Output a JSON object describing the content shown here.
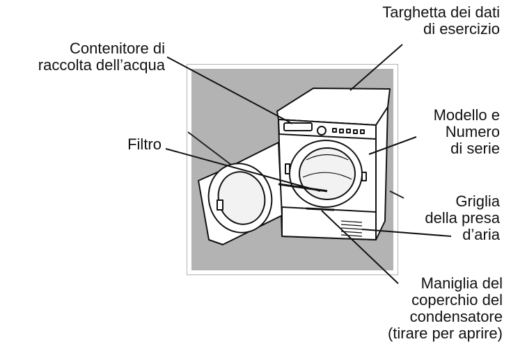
{
  "labels": {
    "data_plate": [
      "Targhetta dei dati",
      "di esercizio"
    ],
    "water_container": [
      "Contenitore di",
      "raccolta dell’acqua"
    ],
    "model_serial": [
      "Modello e",
      "Numero",
      "di serie"
    ],
    "filter": [
      "Filtro"
    ],
    "air_grille": [
      "Griglia",
      "della presa",
      "d’aria"
    ],
    "condenser_handle": [
      "Maniglia del",
      "coperchio del",
      "condensatore",
      "(tirare per aprire)"
    ]
  },
  "colors": {
    "background_panel": "#b3b3b3",
    "ink": "#111111",
    "appliance_face": "#ffffff"
  }
}
